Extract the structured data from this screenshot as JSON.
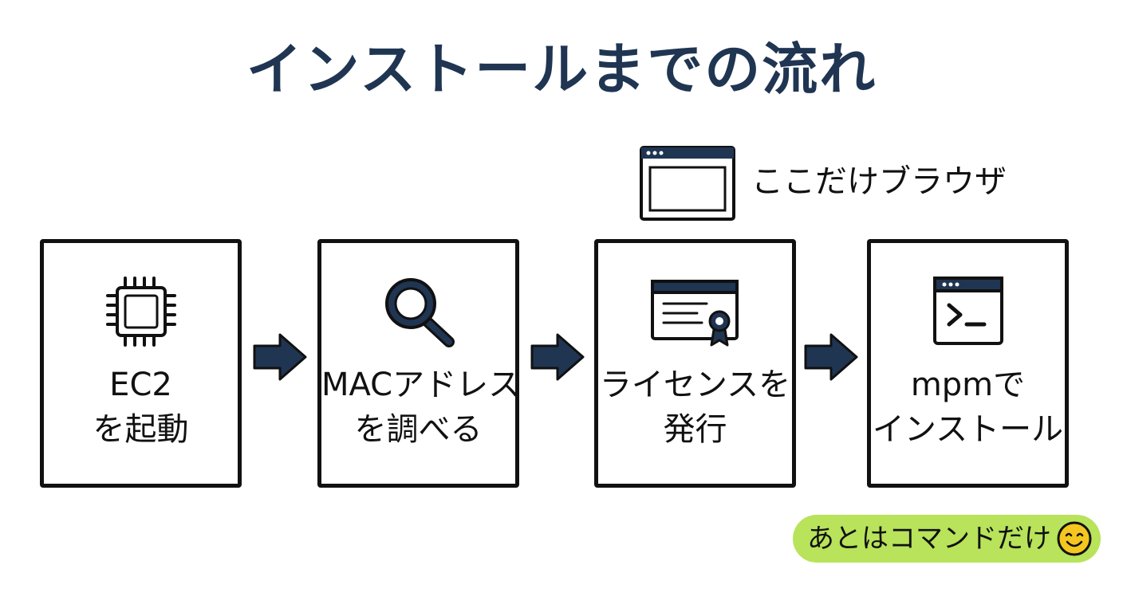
{
  "title": "インストールまでの流れ",
  "steps": [
    {
      "icon": "cpu-chip-icon",
      "label_lines": [
        "EC2",
        "を起動"
      ]
    },
    {
      "icon": "magnifying-glass-icon",
      "label_lines": [
        "MACアドレス",
        "を調べる"
      ]
    },
    {
      "icon": "certificate-icon",
      "label_lines": [
        "ライセンスを",
        "発行"
      ]
    },
    {
      "icon": "terminal-icon",
      "label_lines": [
        "mpmで",
        "インストール"
      ]
    }
  ],
  "browser_note": {
    "icon": "browser-window-icon",
    "text": "ここだけブラウザ"
  },
  "footer_badge": {
    "text": "あとはコマンドだけ",
    "icon": "smiley-face-icon",
    "background": "#b8e35a"
  },
  "colors": {
    "title": "#1f3552",
    "accent": "#1f3552",
    "outline": "#111111",
    "badge": "#b8e35a",
    "smiley": "#f4c61f"
  }
}
